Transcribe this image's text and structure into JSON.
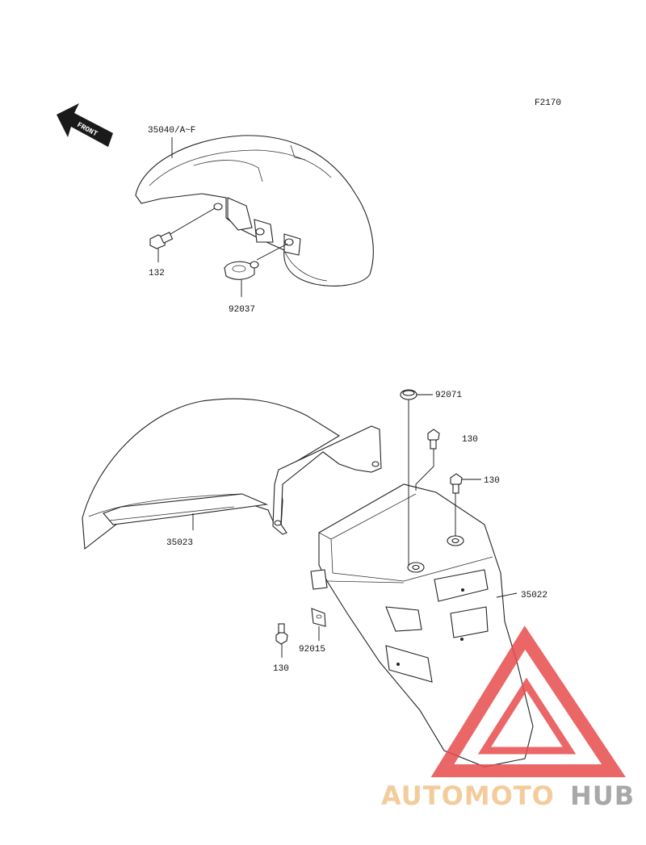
{
  "diagram_code": "F2170",
  "front_tag": "FRONT",
  "parts": {
    "front_fender": "35040/A~F",
    "front_bolt": "132",
    "front_clip": "92037",
    "rear_fender_front": "35023",
    "rear_fender_rear": "35022",
    "cap": "92071",
    "bolt_upper": "130",
    "bolt_mid": "130",
    "bolt_lower": "130",
    "nut_clip": "92015"
  },
  "watermark": {
    "part1": "AUTOMOTO",
    "part2": "HUB",
    "color1": "#f3c38a",
    "color2": "#9a9a9a",
    "triangle_color": "#e84c4c"
  }
}
